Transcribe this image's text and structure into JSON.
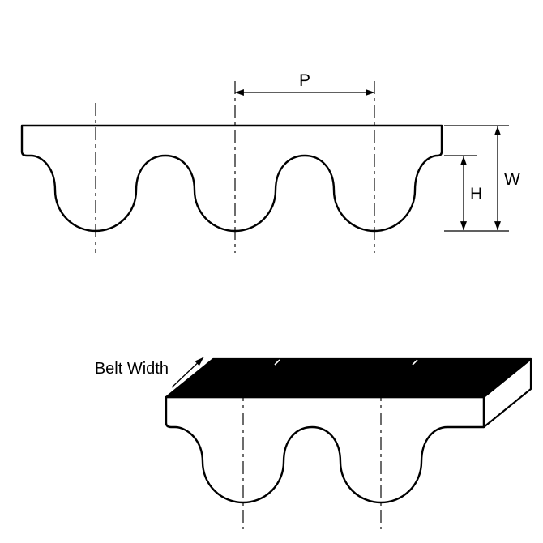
{
  "diagram": {
    "title": "timing-belt-tooth-profile",
    "labels": {
      "pitch": "P",
      "width": "W",
      "height": "H",
      "belt_width": "Belt Width"
    },
    "colors": {
      "ink": "#000000",
      "paper": "#ffffff"
    }
  }
}
